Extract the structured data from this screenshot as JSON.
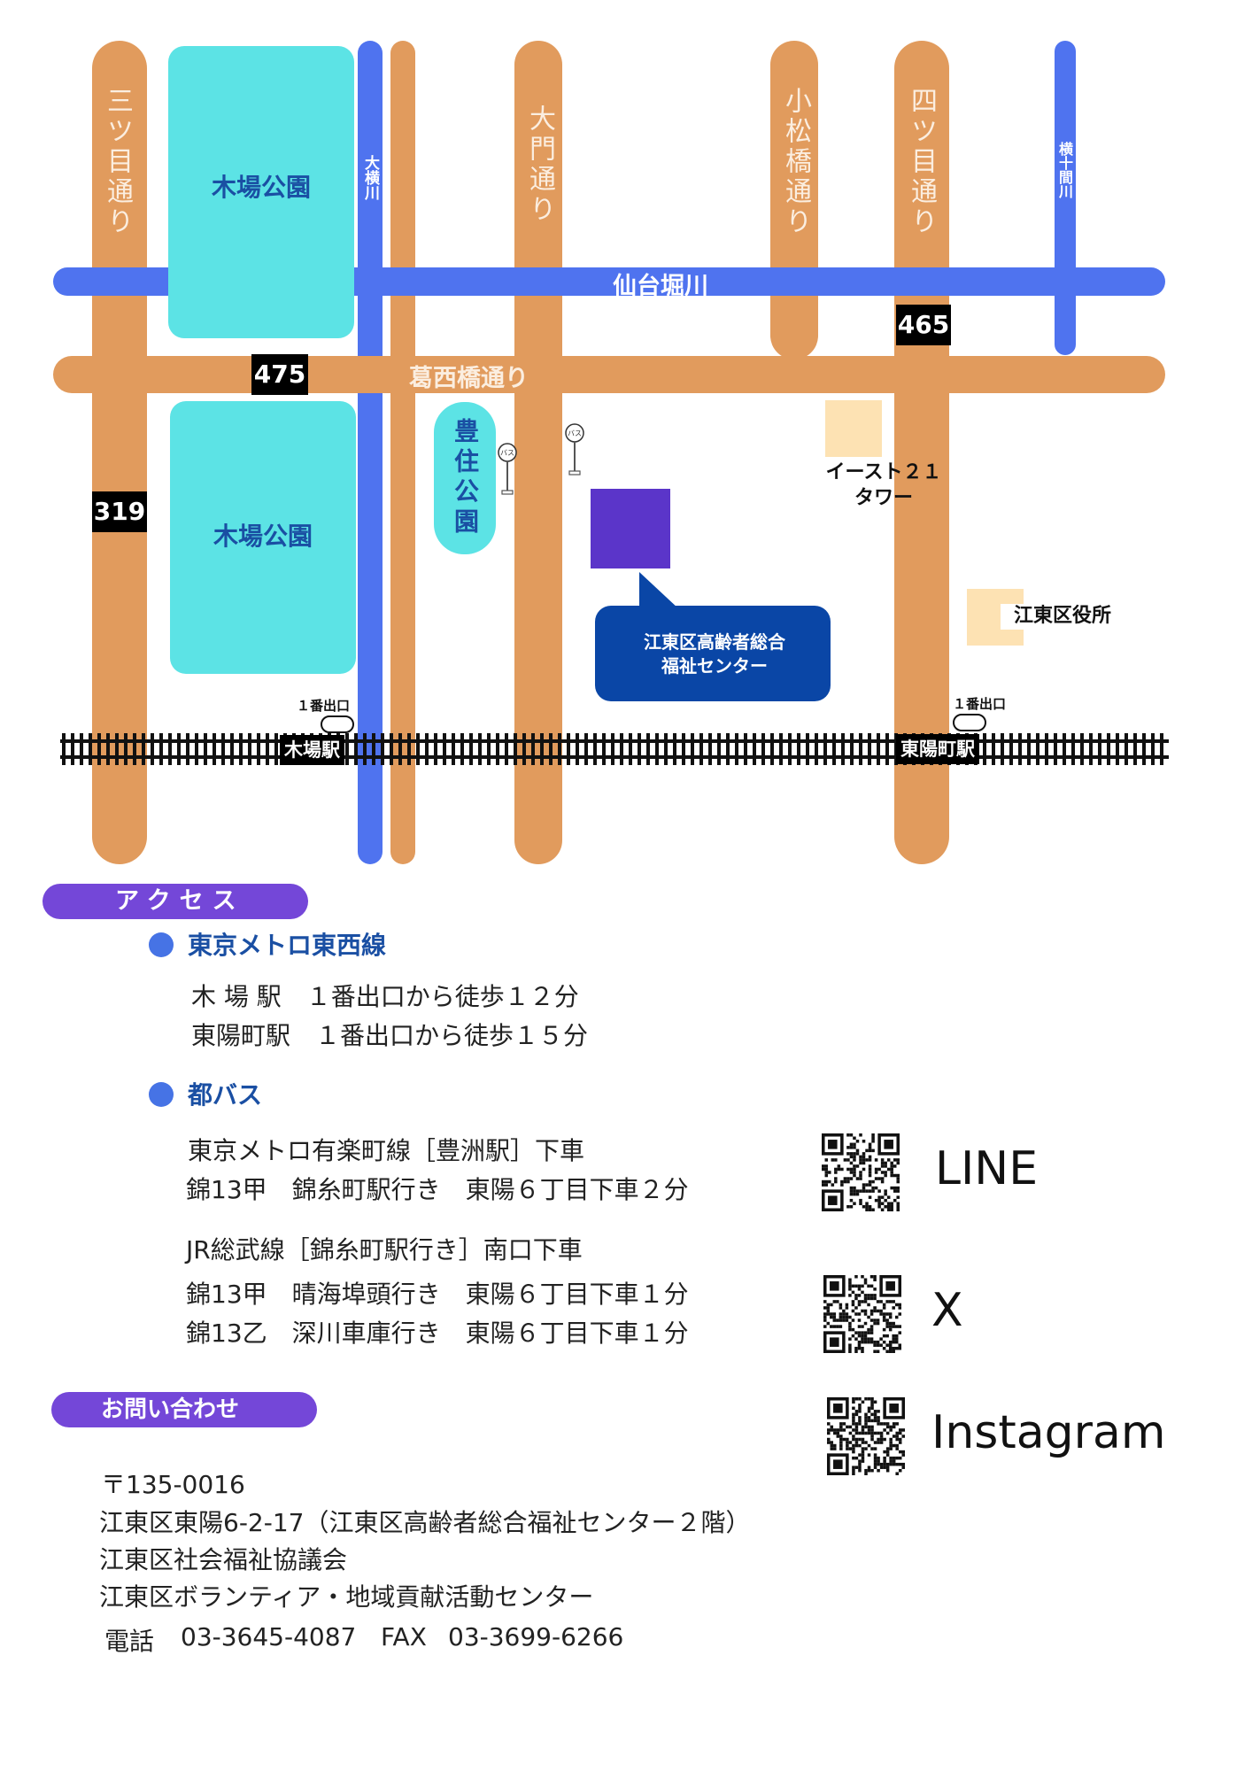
{
  "map": {
    "roads": {
      "mitsume_left": "三ツ目通り",
      "omon": "大門通り",
      "komatsubashi": "小松橋通り",
      "yotsume": "四ツ目通り",
      "kasai": "葛西橋通り"
    },
    "rivers": {
      "sendaibori": "仙台堀川",
      "oyoko": "大横川",
      "yokojikken": "横十間川"
    },
    "parks": {
      "kiba_upper": "木場公園",
      "kiba_lower": "木場公園",
      "toyosumi": "豊住公園"
    },
    "shields": {
      "r475": "475",
      "r465": "465",
      "r319": "319"
    },
    "bus_stop_label": "バス",
    "landmarks": {
      "east21": "イースト２１\nタワー",
      "kuyakusho": "江東区役所",
      "center": "江東区高齢者総合\n福祉センター"
    },
    "stations": {
      "kiba": "木場駅",
      "toyocho": "東陽町駅",
      "exit_kiba": "１番出口",
      "exit_toyocho": "１番出口"
    },
    "colors": {
      "road": "#e19b5d",
      "river": "#4f73ef",
      "park": "#5ce3e5",
      "building": "#fde2b3",
      "target": "#5b35c9",
      "callout": "#0a46a6"
    }
  },
  "access": {
    "title": "アクセス",
    "metro": {
      "heading": "東京メトロ東西線",
      "lines": [
        "木 場 駅　１番出口から徒歩１２分",
        "東陽町駅　１番出口から徒歩１５分"
      ]
    },
    "bus": {
      "heading": "都バス",
      "group1": [
        "東京メトロ有楽町線［豊洲駅］下車",
        "錦13甲　錦糸町駅行き　東陽６丁目下車２分"
      ],
      "group2": [
        "JR総武線［錦糸町駅行き］南口下車",
        "錦13甲　晴海埠頭行き　東陽６丁目下車１分",
        "錦13乙　深川車庫行き　東陽６丁目下車１分"
      ]
    }
  },
  "contact": {
    "title": "お問い合わせ",
    "postal": "〒135-0016",
    "address": "江東区東陽6-2-17（江東区高齢者総合福祉センター２階）",
    "org1": "江東区社会福祉協議会",
    "org2": "江東区ボランティア・地域貢献活動センター",
    "tel_label": "電話",
    "tel": "03-3645-4087",
    "fax_label": "FAX",
    "fax": "03-3699-6266"
  },
  "social": {
    "line": "LINE",
    "x": "X",
    "instagram": "Instagram"
  }
}
